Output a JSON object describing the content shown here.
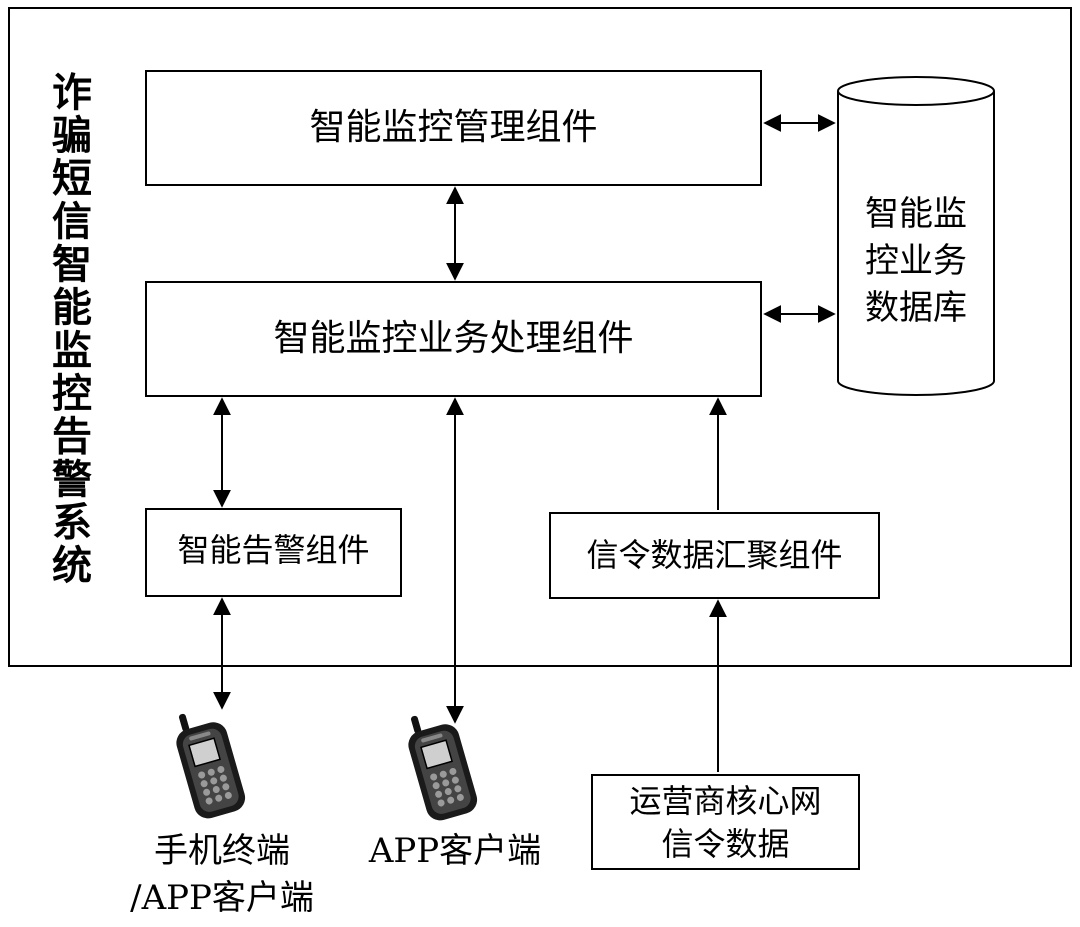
{
  "system_title": "诈骗短信智能监控告警系统",
  "components": {
    "management": "智能监控管理组件",
    "processing": "智能监控业务处理组件",
    "alert": "智能告警组件",
    "signaling_aggregation": "信令数据汇聚组件"
  },
  "database": {
    "line1": "智能监",
    "line2": "控业务",
    "line3": "数据库"
  },
  "endpoints": {
    "mobile_line1": "手机终端",
    "mobile_line2": "/APP客户端",
    "app": "APP客户端"
  },
  "operator": {
    "line1": "运营商核心网",
    "line2": "信令数据"
  }
}
